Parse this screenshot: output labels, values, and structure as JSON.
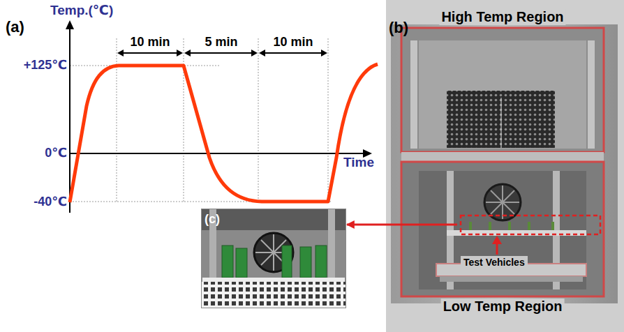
{
  "diagram": {
    "nodes": [
      {
        "text": [
          "(b)"
        ]
      },
      {
        "text": [
          "High Temp Region"
        ],
        "in": 0
      },
      {
        "text": [
          "Low Temp Region"
        ],
        "in": 0
      },
      {
        "text": [
          "Test Vehicles"
        ],
        "in": 2
      },
      {
        "text": [
          "(c)"
        ]
      }
    ],
    "edges": [
      {
        "from": 3,
        "to": 4,
        "arrow": "to"
      }
    ],
    "labels": [
      "(a)",
      "Temp.(℃)",
      "10 min",
      "5 min",
      "10 min",
      "+125℃",
      "0℃",
      "-40℃",
      "Time"
    ]
  }
}
